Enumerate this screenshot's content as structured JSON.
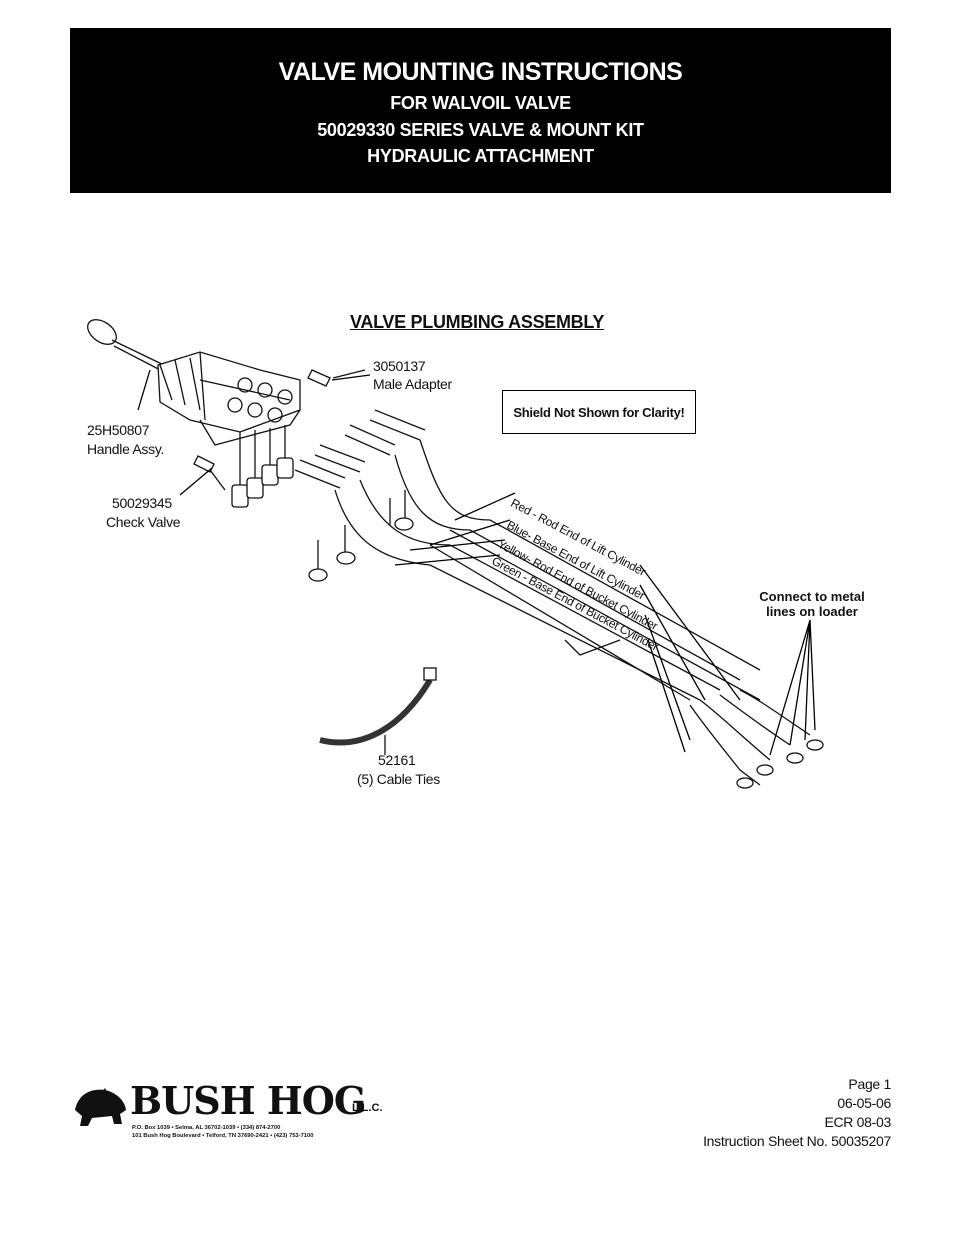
{
  "header": {
    "title": "VALVE MOUNTING INSTRUCTIONS",
    "line2": "FOR WALVOIL VALVE",
    "line3": "50029330 SERIES VALVE & MOUNT KIT",
    "line4": "HYDRAULIC ATTACHMENT"
  },
  "diagram": {
    "title": "VALVE PLUMBING ASSEMBLY",
    "male_adapter": {
      "part": "3050137",
      "desc": "Male Adapter"
    },
    "handle": {
      "part": "25H50807",
      "desc": "Handle Assy."
    },
    "check_valve": {
      "part": "50029345",
      "desc": "Check Valve"
    },
    "cable_ties": {
      "part": "52161",
      "desc": "(5) Cable Ties"
    },
    "shield_note": "Shield Not Shown for Clarity!",
    "hose_labels": [
      "Red - Rod End of Lift Cylinder",
      "Blue- Base End of Lift Cylinder",
      "Yellow- Rod End of Bucket Cylinder",
      "Green - Base End of Bucket Cylinder"
    ],
    "connect_note_1": "Connect to metal",
    "connect_note_2": "lines on loader"
  },
  "footer": {
    "company": "BUSH HOG",
    "suffix": "L.L.C.",
    "address1": "P.O. Box 1039 • Selma, AL 36702-1039 • (334) 874-2700",
    "address2": "101 Bush Hog Boulevard • Telford, TN 37690-2421 • (423) 753-7100",
    "page": "Page 1",
    "date": "06-05-06",
    "ecr": "ECR 08-03",
    "sheet": "Instruction Sheet No. 50035207"
  }
}
